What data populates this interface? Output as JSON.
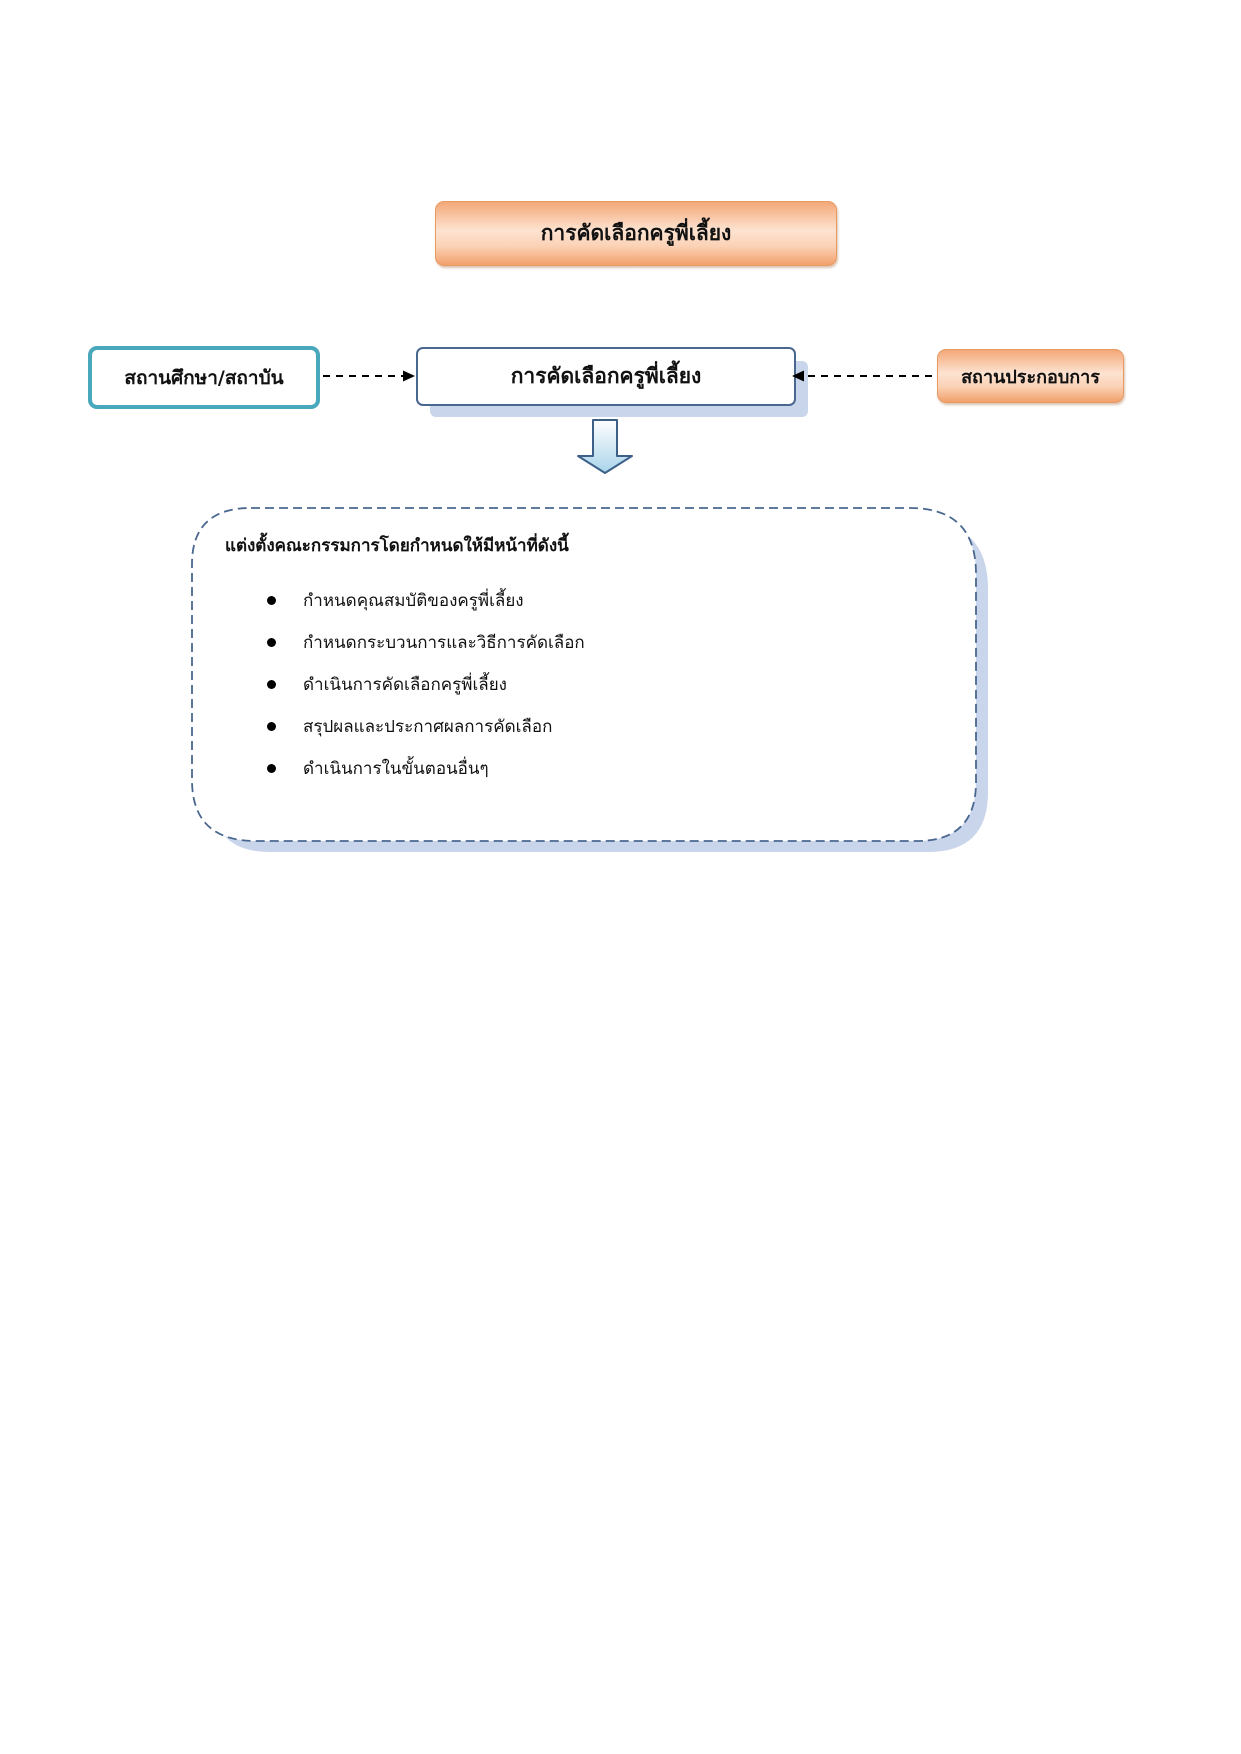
{
  "diagram": {
    "title": "การคัดเลือกครูพี่เลี้ยง",
    "left_node": "สถานศึกษา/สถาบัน",
    "center_node": "การคัดเลือกครูพี่เลี้ยง",
    "right_node": "สถานประกอบการ",
    "colors": {
      "orange_fill": "#f7b890",
      "teal_border": "#4aa8bd",
      "navy_border": "#4a6790",
      "shadow_blue": "#c8d5ea"
    },
    "panel": {
      "heading": "แต่งตั้งคณะกรรมการโดยกำหนดให้มีหน้าที่ดังนี้",
      "items": [
        "กำหนดคุณสมบัติของครูพี่เลี้ยง",
        "กำหนดกระบวนการและวิธีการคัดเลือก",
        "ดำเนินการคัดเลือกครูพี่เลี้ยง",
        "สรุปผลและประกาศผลการคัดเลือก",
        "ดำเนินการในขั้นตอนอื่นๆ"
      ]
    }
  }
}
